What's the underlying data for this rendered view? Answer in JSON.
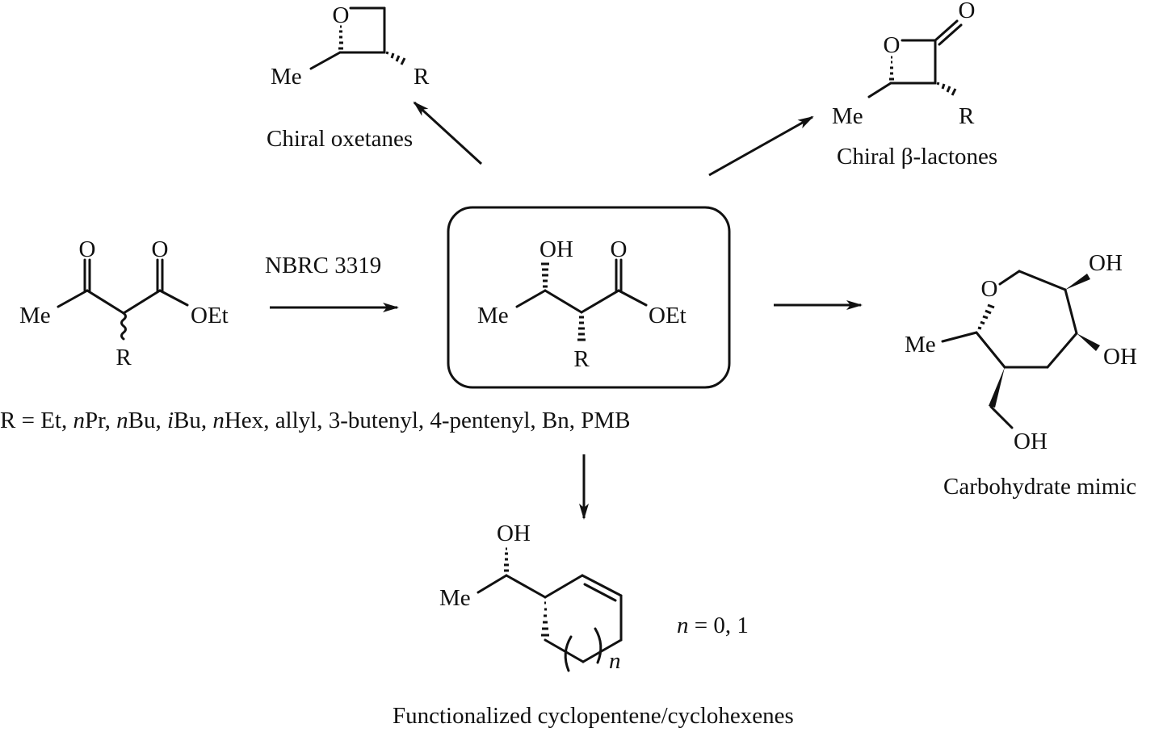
{
  "scheme": {
    "starting_material": {
      "labels": {
        "ketone_O": "O",
        "ester_O": "O",
        "me": "Me",
        "oet": "OEt",
        "r": "R"
      }
    },
    "reagent": "NBRC 3319",
    "r_groups": {
      "prefix": "R = ",
      "items": [
        {
          "italic": "",
          "text": "Et"
        },
        {
          "italic": "n",
          "text": "Pr"
        },
        {
          "italic": "n",
          "text": "Bu"
        },
        {
          "italic": "i",
          "text": "Bu"
        },
        {
          "italic": "n",
          "text": "Hex"
        },
        {
          "italic": "",
          "text": "allyl"
        },
        {
          "italic": "",
          "text": "3-butenyl"
        },
        {
          "italic": "",
          "text": "4-pentenyl"
        },
        {
          "italic": "",
          "text": "Bn"
        },
        {
          "italic": "",
          "text": "PMB"
        }
      ]
    },
    "central_product": {
      "labels": {
        "oh": "OH",
        "o": "O",
        "me": "Me",
        "oet": "OEt",
        "r": "R"
      }
    },
    "oxetane": {
      "labels": {
        "o": "O",
        "me": "Me",
        "r": "R"
      },
      "caption": "Chiral oxetanes"
    },
    "lactone": {
      "labels": {
        "ring_o": "O",
        "carbonyl_o": "O",
        "me": "Me",
        "r": "R"
      },
      "caption": "Chiral β-lactones"
    },
    "carbohydrate": {
      "labels": {
        "o": "O",
        "me": "Me",
        "oh1": "OH",
        "oh2": "OH",
        "oh3": "OH"
      },
      "caption": "Carbohydrate mimic"
    },
    "cycloalkene": {
      "labels": {
        "oh": "OH",
        "me": "Me",
        "n": "n"
      },
      "n_note": {
        "var": "n",
        "rest": " = 0, 1"
      },
      "caption": "Functionalized cyclopentene/cyclohexenes"
    }
  }
}
